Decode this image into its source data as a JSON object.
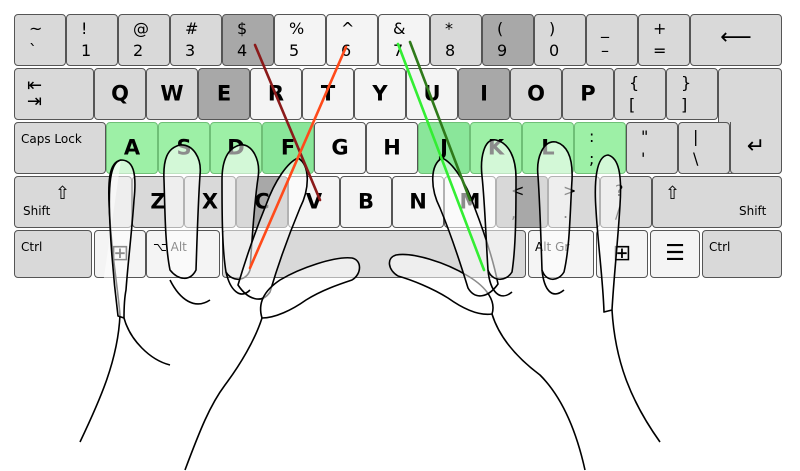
{
  "keyboard": {
    "colors": {
      "key": "#d9d9d9",
      "key_highlight": "#a8a8a8",
      "key_light": "#f4f4f4",
      "home_row": "#9df0a6",
      "border": "#555555",
      "line_dark_red": "#8b1a1a",
      "line_orange_red": "#ff4a1a",
      "line_dark_green": "#2f7a1a",
      "line_bright_green": "#33ee33"
    },
    "rows": [
      [
        {
          "name": "key-backtick",
          "top": "~",
          "bot": "`",
          "cls": ""
        },
        {
          "name": "key-1",
          "top": "!",
          "bot": "1",
          "cls": ""
        },
        {
          "name": "key-2",
          "top": "@",
          "bot": "2",
          "cls": ""
        },
        {
          "name": "key-3",
          "top": "#",
          "bot": "3",
          "cls": ""
        },
        {
          "name": "key-4",
          "top": "$",
          "bot": "4",
          "cls": "hl"
        },
        {
          "name": "key-5",
          "top": "%",
          "bot": "5",
          "cls": "mid"
        },
        {
          "name": "key-6",
          "top": "^",
          "bot": "6",
          "cls": "mid"
        },
        {
          "name": "key-7",
          "top": "&",
          "bot": "7",
          "cls": "mid"
        },
        {
          "name": "key-8",
          "top": "*",
          "bot": "8",
          "cls": ""
        },
        {
          "name": "key-9",
          "top": "(",
          "bot": "9",
          "cls": "hl"
        },
        {
          "name": "key-0",
          "top": ")",
          "bot": "0",
          "cls": ""
        },
        {
          "name": "key-minus",
          "top": "_",
          "bot": "–",
          "cls": ""
        },
        {
          "name": "key-equals",
          "top": "+",
          "bot": "=",
          "cls": ""
        },
        {
          "name": "key-backspace",
          "top": "⟵",
          "bot": "",
          "cls": ""
        }
      ],
      [
        {
          "name": "key-tab",
          "top": "⇤",
          "bot": "⇥",
          "cls": ""
        },
        {
          "name": "key-q",
          "top": "Q",
          "bot": "",
          "cls": ""
        },
        {
          "name": "key-w",
          "top": "W",
          "bot": "",
          "cls": ""
        },
        {
          "name": "key-e",
          "top": "E",
          "bot": "",
          "cls": "hl"
        },
        {
          "name": "key-r",
          "top": "R",
          "bot": "",
          "cls": "mid"
        },
        {
          "name": "key-t",
          "top": "T",
          "bot": "",
          "cls": "mid"
        },
        {
          "name": "key-y",
          "top": "Y",
          "bot": "",
          "cls": "mid"
        },
        {
          "name": "key-u",
          "top": "U",
          "bot": "",
          "cls": "mid"
        },
        {
          "name": "key-i",
          "top": "I",
          "bot": "",
          "cls": "hl"
        },
        {
          "name": "key-o",
          "top": "O",
          "bot": "",
          "cls": ""
        },
        {
          "name": "key-p",
          "top": "P",
          "bot": "",
          "cls": ""
        },
        {
          "name": "key-lbracket",
          "top": "{",
          "bot": "[",
          "cls": ""
        },
        {
          "name": "key-rbracket",
          "top": "}",
          "bot": "]",
          "cls": ""
        },
        {
          "name": "key-enter-top",
          "top": "",
          "bot": "",
          "cls": ""
        }
      ],
      [
        {
          "name": "key-capslock",
          "top": "Caps Lock",
          "bot": "",
          "cls": ""
        },
        {
          "name": "key-a",
          "top": "A",
          "bot": "",
          "cls": "home"
        },
        {
          "name": "key-s",
          "top": "S",
          "bot": "",
          "cls": "home"
        },
        {
          "name": "key-d",
          "top": "D",
          "bot": "",
          "cls": "home"
        },
        {
          "name": "key-f",
          "top": "F",
          "bot": "",
          "cls": "homed"
        },
        {
          "name": "key-g",
          "top": "G",
          "bot": "",
          "cls": "mid"
        },
        {
          "name": "key-h",
          "top": "H",
          "bot": "",
          "cls": "mid"
        },
        {
          "name": "key-j",
          "top": "J",
          "bot": "",
          "cls": "homed"
        },
        {
          "name": "key-k",
          "top": "K",
          "bot": "",
          "cls": "home"
        },
        {
          "name": "key-l",
          "top": "L",
          "bot": "",
          "cls": "home"
        },
        {
          "name": "key-semicolon",
          "top": ":",
          "bot": ";",
          "cls": "home"
        },
        {
          "name": "key-quote",
          "top": "\"",
          "bot": "'",
          "cls": ""
        },
        {
          "name": "key-backslash",
          "top": "|",
          "bot": "\\",
          "cls": ""
        },
        {
          "name": "key-enter",
          "top": "↵",
          "bot": "",
          "cls": ""
        }
      ],
      [
        {
          "name": "key-shift-left",
          "top": "⇧",
          "bot": "Shift",
          "cls": ""
        },
        {
          "name": "key-z",
          "top": "Z",
          "bot": "",
          "cls": ""
        },
        {
          "name": "key-x",
          "top": "X",
          "bot": "",
          "cls": ""
        },
        {
          "name": "key-c",
          "top": "C",
          "bot": "",
          "cls": "hl"
        },
        {
          "name": "key-v",
          "top": "V",
          "bot": "",
          "cls": "mid"
        },
        {
          "name": "key-b",
          "top": "B",
          "bot": "",
          "cls": "mid"
        },
        {
          "name": "key-n",
          "top": "N",
          "bot": "",
          "cls": "mid"
        },
        {
          "name": "key-m",
          "top": "M",
          "bot": "",
          "cls": "mid"
        },
        {
          "name": "key-comma",
          "top": "<",
          "bot": ",",
          "cls": "hl"
        },
        {
          "name": "key-period",
          "top": ">",
          "bot": ".",
          "cls": ""
        },
        {
          "name": "key-slash",
          "top": "?",
          "bot": "/",
          "cls": ""
        },
        {
          "name": "key-shift-right",
          "top": "⇧",
          "bot": "Shift",
          "cls": ""
        }
      ],
      [
        {
          "name": "key-ctrl-left",
          "top": "Ctrl",
          "bot": "",
          "cls": ""
        },
        {
          "name": "key-win-left",
          "top": "⊞",
          "bot": "",
          "cls": "mid"
        },
        {
          "name": "key-alt-left",
          "top": "⌥ Alt",
          "bot": "",
          "cls": "mid"
        },
        {
          "name": "key-space",
          "top": "",
          "bot": "",
          "cls": ""
        },
        {
          "name": "key-altgr",
          "top": "Alt Gr",
          "bot": "",
          "cls": "mid"
        },
        {
          "name": "key-win-right",
          "top": "⊞",
          "bot": "",
          "cls": "mid"
        },
        {
          "name": "key-menu",
          "top": "☰",
          "bot": "",
          "cls": "mid"
        },
        {
          "name": "key-ctrl-right",
          "top": "Ctrl",
          "bot": "",
          "cls": ""
        }
      ]
    ]
  }
}
